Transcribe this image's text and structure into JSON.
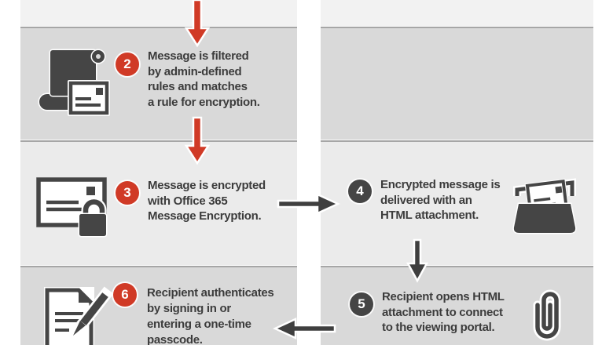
{
  "diagram": {
    "title_hint": "Office 365 Message Encryption flow (steps 2-6)",
    "colors": {
      "accent_red": "#d03a26",
      "dark_charcoal": "#454545",
      "text": "#3c3c3c",
      "band_light_top": "#f2f2f2",
      "band_medium": "#d9d9d9",
      "band_soft": "#ebebeb",
      "divider": "#a6a6a6",
      "page_bg": "#ffffff"
    },
    "steps": [
      {
        "number": "2",
        "badge_color": "red",
        "icon": "scroll-mail-icon",
        "lines": [
          "Message is filtered",
          "by admin-defined",
          "rules and matches",
          "a rule for encryption."
        ]
      },
      {
        "number": "3",
        "badge_color": "red",
        "icon": "envelope-lock-icon",
        "lines": [
          "Message is encrypted",
          "with Office 365",
          "Message Encryption."
        ]
      },
      {
        "number": "4",
        "badge_color": "dark",
        "icon": "mail-tray-icon",
        "lines": [
          "Encrypted message is",
          "delivered with an",
          "HTML attachment."
        ]
      },
      {
        "number": "5",
        "badge_color": "dark",
        "icon": "paperclip-icon",
        "lines": [
          "Recipient opens HTML",
          "attachment to connect",
          "to the viewing portal."
        ]
      },
      {
        "number": "6",
        "badge_color": "red",
        "icon": "document-pen-icon",
        "lines": [
          "Recipient authenticates",
          "by signing in or",
          "entering a one-time",
          "passcode."
        ]
      }
    ],
    "arrows": [
      {
        "name": "red-down-arrow-top",
        "direction": "down",
        "color": "#d03a26"
      },
      {
        "name": "red-down-arrow-mid",
        "direction": "down",
        "color": "#d03a26"
      },
      {
        "name": "black-right-arrow",
        "direction": "right",
        "color": "#3f3f3f"
      },
      {
        "name": "black-down-arrow",
        "direction": "down",
        "color": "#3f3f3f"
      },
      {
        "name": "black-left-arrow",
        "direction": "left",
        "color": "#3f3f3f"
      }
    ]
  }
}
